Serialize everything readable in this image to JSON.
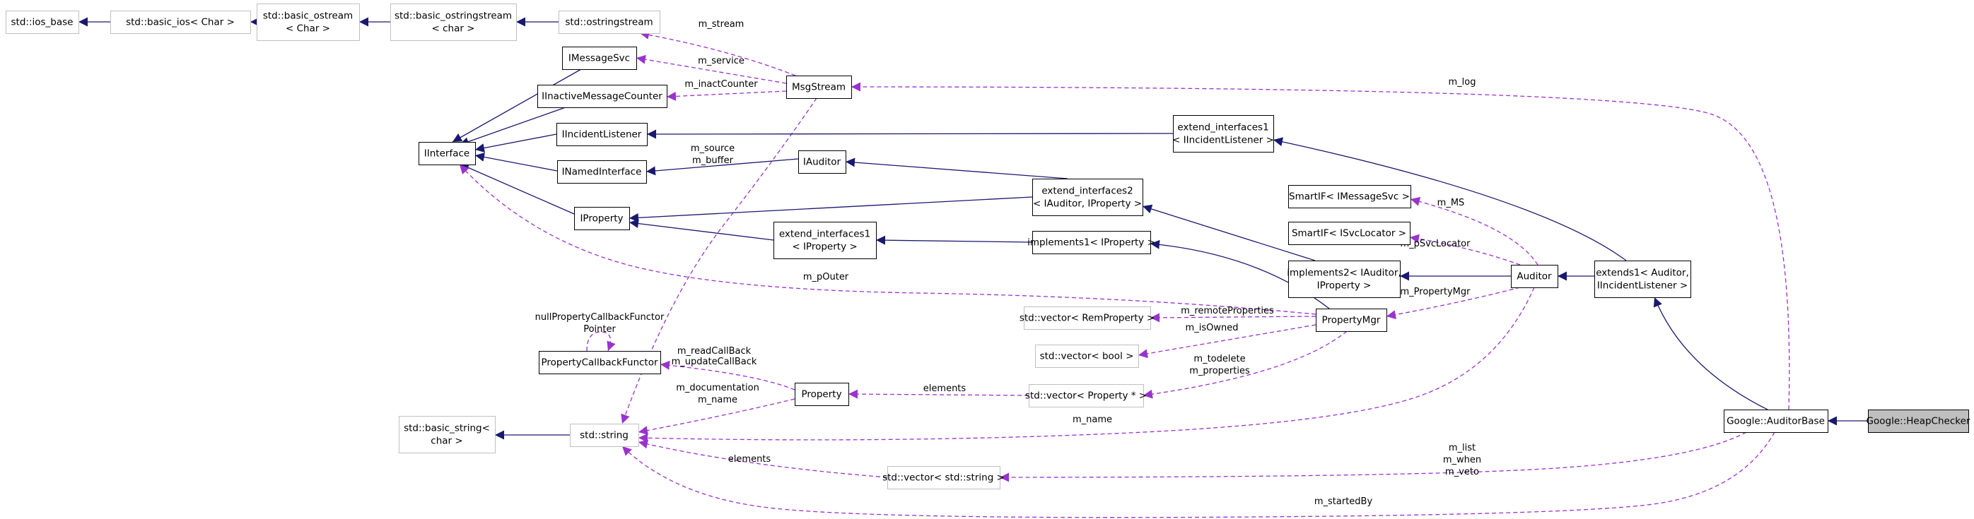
{
  "diagram": {
    "nodes": [
      {
        "id": "ios_base",
        "lines": [
          "std::ios_base"
        ],
        "style": "grey"
      },
      {
        "id": "basic_ios",
        "lines": [
          "std::basic_ios< Char >"
        ],
        "style": "grey"
      },
      {
        "id": "basic_ostream",
        "lines": [
          "std::basic_ostream",
          "< Char >"
        ],
        "style": "grey"
      },
      {
        "id": "basic_ostringstream",
        "lines": [
          "std::basic_ostringstream",
          "< char >"
        ],
        "style": "grey"
      },
      {
        "id": "ostringstream",
        "lines": [
          "std::ostringstream"
        ],
        "style": "grey"
      },
      {
        "id": "IMessageSvc",
        "lines": [
          "IMessageSvc"
        ],
        "style": "normal"
      },
      {
        "id": "IInactiveMessageCounter",
        "lines": [
          "IInactiveMessageCounter"
        ],
        "style": "normal"
      },
      {
        "id": "IIncidentListener",
        "lines": [
          "IIncidentListener"
        ],
        "style": "normal"
      },
      {
        "id": "IInterface",
        "lines": [
          "IInterface"
        ],
        "style": "normal"
      },
      {
        "id": "INamedInterface",
        "lines": [
          "INamedInterface"
        ],
        "style": "normal"
      },
      {
        "id": "IProperty",
        "lines": [
          "IProperty"
        ],
        "style": "normal"
      },
      {
        "id": "MsgStream",
        "lines": [
          "MsgStream"
        ],
        "style": "normal"
      },
      {
        "id": "IAuditor",
        "lines": [
          "IAuditor"
        ],
        "style": "normal"
      },
      {
        "id": "ext_if1_incident",
        "lines": [
          "extend_interfaces1",
          "< IIncidentListener >"
        ],
        "style": "normal"
      },
      {
        "id": "ext_if2",
        "lines": [
          "extend_interfaces2",
          "< IAuditor, IProperty >"
        ],
        "style": "normal"
      },
      {
        "id": "ext_if1_prop",
        "lines": [
          "extend_interfaces1",
          "< IProperty >"
        ],
        "style": "normal"
      },
      {
        "id": "impl1_prop",
        "lines": [
          "implements1< IProperty >"
        ],
        "style": "normal"
      },
      {
        "id": "smartif_msgsvc",
        "lines": [
          "SmartIF< IMessageSvc >"
        ],
        "style": "normal"
      },
      {
        "id": "smartif_svcloc",
        "lines": [
          "SmartIF< ISvcLocator >"
        ],
        "style": "normal"
      },
      {
        "id": "impl2",
        "lines": [
          "implements2< IAuditor,",
          "IProperty >"
        ],
        "style": "normal"
      },
      {
        "id": "Auditor",
        "lines": [
          "Auditor"
        ],
        "style": "normal"
      },
      {
        "id": "extends1",
        "lines": [
          "extends1< Auditor,",
          "IIncidentListener >"
        ],
        "style": "normal"
      },
      {
        "id": "vec_remprop",
        "lines": [
          "std::vector< RemProperty >"
        ],
        "style": "grey"
      },
      {
        "id": "vec_bool",
        "lines": [
          "std::vector< bool >"
        ],
        "style": "grey"
      },
      {
        "id": "PropertyMgr",
        "lines": [
          "PropertyMgr"
        ],
        "style": "normal"
      },
      {
        "id": "PropertyCallbackFunctor",
        "lines": [
          "PropertyCallbackFunctor"
        ],
        "style": "normal"
      },
      {
        "id": "Property",
        "lines": [
          "Property"
        ],
        "style": "normal"
      },
      {
        "id": "vec_propptr",
        "lines": [
          "std::vector< Property * >"
        ],
        "style": "grey"
      },
      {
        "id": "basic_string",
        "lines": [
          "std::basic_string<",
          "char >"
        ],
        "style": "grey"
      },
      {
        "id": "string",
        "lines": [
          "std::string"
        ],
        "style": "grey"
      },
      {
        "id": "vec_string",
        "lines": [
          "std::vector< std::string >"
        ],
        "style": "grey"
      },
      {
        "id": "AuditorBase",
        "lines": [
          "Google::AuditorBase"
        ],
        "style": "normal"
      },
      {
        "id": "HeapChecker",
        "lines": [
          "Google::HeapChecker"
        ],
        "style": "focus"
      }
    ],
    "edges": [
      {
        "from": "basic_ios",
        "to": "ios_base",
        "kind": "inherit",
        "labels": []
      },
      {
        "from": "basic_ostream",
        "to": "basic_ios",
        "kind": "inherit",
        "labels": []
      },
      {
        "from": "basic_ostringstream",
        "to": "basic_ostream",
        "kind": "inherit",
        "labels": []
      },
      {
        "from": "ostringstream",
        "to": "basic_ostringstream",
        "kind": "inherit",
        "labels": []
      },
      {
        "from": "IMessageSvc",
        "to": "IInterface",
        "kind": "inherit",
        "labels": []
      },
      {
        "from": "IInactiveMessageCounter",
        "to": "IInterface",
        "kind": "inherit",
        "labels": []
      },
      {
        "from": "IIncidentListener",
        "to": "IInterface",
        "kind": "inherit",
        "labels": []
      },
      {
        "from": "INamedInterface",
        "to": "IInterface",
        "kind": "inherit",
        "labels": []
      },
      {
        "from": "IProperty",
        "to": "IInterface",
        "kind": "inherit",
        "labels": []
      },
      {
        "from": "IAuditor",
        "to": "INamedInterface",
        "kind": "inherit",
        "labels": []
      },
      {
        "from": "MsgStream",
        "to": "ostringstream",
        "kind": "use",
        "labels": [
          "m_stream"
        ]
      },
      {
        "from": "MsgStream",
        "to": "IMessageSvc",
        "kind": "use",
        "labels": [
          "m_service"
        ]
      },
      {
        "from": "MsgStream",
        "to": "IInactiveMessageCounter",
        "kind": "use",
        "labels": [
          "m_inactCounter"
        ]
      },
      {
        "from": "MsgStream",
        "to": "string",
        "kind": "use",
        "labels": [
          "m_source",
          "m_buffer"
        ]
      },
      {
        "from": "ext_if1_incident",
        "to": "IIncidentListener",
        "kind": "inherit",
        "labels": []
      },
      {
        "from": "ext_if2",
        "to": "IAuditor",
        "kind": "inherit",
        "labels": []
      },
      {
        "from": "ext_if2",
        "to": "IProperty",
        "kind": "inherit",
        "labels": []
      },
      {
        "from": "ext_if1_prop",
        "to": "IProperty",
        "kind": "inherit",
        "labels": []
      },
      {
        "from": "impl1_prop",
        "to": "ext_if1_prop",
        "kind": "inherit",
        "labels": []
      },
      {
        "from": "impl2",
        "to": "ext_if2",
        "kind": "inherit",
        "labels": []
      },
      {
        "from": "Auditor",
        "to": "impl2",
        "kind": "inherit",
        "labels": []
      },
      {
        "from": "extends1",
        "to": "Auditor",
        "kind": "inherit",
        "labels": []
      },
      {
        "from": "extends1",
        "to": "ext_if1_incident",
        "kind": "inherit",
        "labels": []
      },
      {
        "from": "PropertyMgr",
        "to": "impl1_prop",
        "kind": "inherit",
        "labels": []
      },
      {
        "from": "Auditor",
        "to": "smartif_msgsvc",
        "kind": "use",
        "labels": [
          "m_MS"
        ]
      },
      {
        "from": "Auditor",
        "to": "smartif_svcloc",
        "kind": "use",
        "labels": [
          "m_pSvcLocator"
        ]
      },
      {
        "from": "Auditor",
        "to": "PropertyMgr",
        "kind": "use",
        "labels": [
          "m_PropertyMgr"
        ]
      },
      {
        "from": "Auditor",
        "to": "string",
        "kind": "use",
        "labels": [
          "m_name"
        ]
      },
      {
        "from": "PropertyMgr",
        "to": "IInterface",
        "kind": "use",
        "labels": [
          "m_pOuter"
        ]
      },
      {
        "from": "PropertyMgr",
        "to": "vec_remprop",
        "kind": "use",
        "labels": [
          "m_remoteProperties"
        ]
      },
      {
        "from": "PropertyMgr",
        "to": "vec_bool",
        "kind": "use",
        "labels": [
          "m_isOwned"
        ]
      },
      {
        "from": "PropertyMgr",
        "to": "vec_propptr",
        "kind": "use",
        "labels": [
          "m_todelete",
          "m_properties"
        ]
      },
      {
        "from": "PropertyCallbackFunctor",
        "to": "PropertyCallbackFunctor",
        "kind": "use",
        "labels": [
          "nullPropertyCallbackFunctor",
          "Pointer"
        ]
      },
      {
        "from": "Property",
        "to": "PropertyCallbackFunctor",
        "kind": "use",
        "labels": [
          "m_readCallBack",
          "m_updateCallBack"
        ]
      },
      {
        "from": "Property",
        "to": "string",
        "kind": "use",
        "labels": [
          "m_documentation",
          "m_name"
        ]
      },
      {
        "from": "vec_propptr",
        "to": "Property",
        "kind": "use",
        "labels": [
          "elements"
        ]
      },
      {
        "from": "string",
        "to": "basic_string",
        "kind": "inherit",
        "labels": []
      },
      {
        "from": "vec_string",
        "to": "string",
        "kind": "use",
        "labels": [
          "elements"
        ]
      },
      {
        "from": "AuditorBase",
        "to": "extends1",
        "kind": "inherit",
        "labels": []
      },
      {
        "from": "AuditorBase",
        "to": "MsgStream",
        "kind": "use",
        "labels": [
          "m_log"
        ]
      },
      {
        "from": "AuditorBase",
        "to": "vec_string",
        "kind": "use",
        "labels": [
          "m_list",
          "m_when",
          "m_veto"
        ]
      },
      {
        "from": "AuditorBase",
        "to": "string",
        "kind": "use",
        "labels": [
          "m_startedBy"
        ]
      },
      {
        "from": "HeapChecker",
        "to": "AuditorBase",
        "kind": "inherit",
        "labels": []
      }
    ]
  },
  "colors": {
    "inherit_edge": "#191970",
    "use_edge": "#9a32cd",
    "node_border": "#000000",
    "grey_border": "#bfbfbf",
    "focus_fill": "#bfbfbf"
  }
}
